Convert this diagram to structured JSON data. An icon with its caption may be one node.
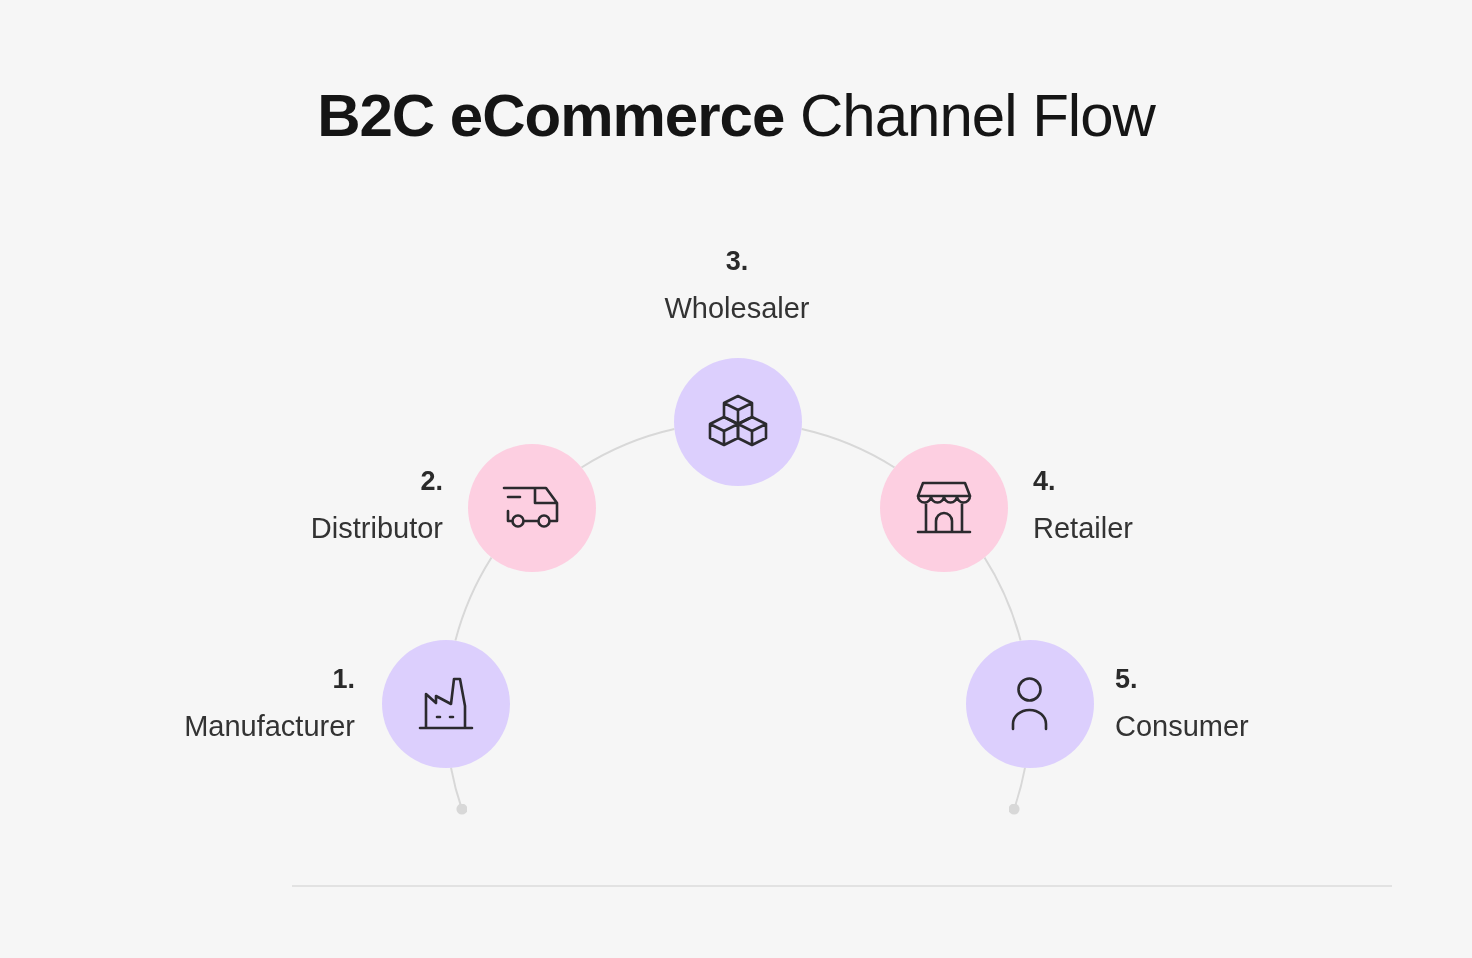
{
  "diagram": {
    "title": "**B2C eCommerce** Channel Flow",
    "nodes": [
      {
        "text": [],
        "shape": "circle",
        "beside": [
          "1.",
          "Manufacturer"
        ]
      },
      {
        "text": [],
        "shape": "circle",
        "beside": [
          "2.",
          "Distributor"
        ]
      },
      {
        "text": [],
        "shape": "circle",
        "beside": [
          "3.",
          "Wholesaler"
        ]
      },
      {
        "text": [],
        "shape": "circle",
        "beside": [
          "4.",
          "Retailer"
        ]
      },
      {
        "text": [],
        "shape": "circle",
        "beside": [
          "5.",
          "Consumer"
        ]
      }
    ],
    "edges": [
      {
        "from": null,
        "to": 0,
        "arrow": "other"
      },
      {
        "from": 0,
        "to": 1,
        "arrow": "none"
      },
      {
        "from": 1,
        "to": 2,
        "arrow": "none"
      },
      {
        "from": 2,
        "to": 3,
        "arrow": "none"
      },
      {
        "from": 3,
        "to": 4,
        "arrow": "none"
      },
      {
        "from": 4,
        "to": null,
        "arrow": "other"
      }
    ]
  }
}
